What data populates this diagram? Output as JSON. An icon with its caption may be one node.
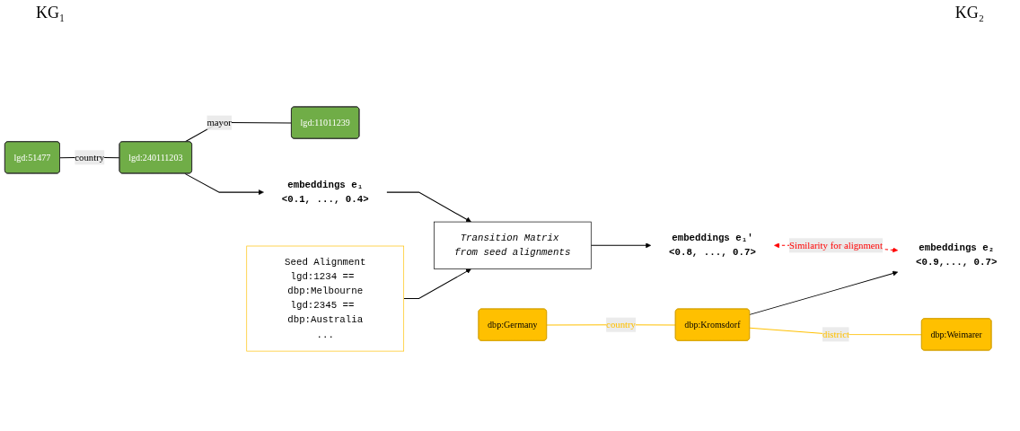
{
  "diagram": {
    "nodes": [
      {
        "text": [
          "lgd:51477"
        ]
      },
      {
        "text": [
          "lgd:240111203"
        ]
      },
      {
        "text": [
          "lgd:11011239"
        ]
      },
      {
        "text": [
          "embeddings e₁",
          "<0.1, ..., 0.4>"
        ]
      },
      {
        "text": [
          "Transition Matrix from seed alignments"
        ]
      },
      {
        "text": [
          "embeddings e₁′",
          "<0.8, ..., 0.7>"
        ]
      },
      {
        "text": [
          "Seed Alignment",
          "lgd:1234 == dbp:Melbourne",
          "lgd:2345 == dbp:Australia",
          "..."
        ]
      },
      {
        "text": [
          "embeddings e₂",
          "<0.9,..., 0.7>"
        ]
      },
      {
        "text": [
          "dbp:Germany"
        ]
      },
      {
        "text": [
          "dbp:Kromsdorf"
        ]
      },
      {
        "text": [
          "dbp:Weimarer"
        ]
      }
    ],
    "edges": [
      {
        "from": 0,
        "to": 1,
        "arrow": "none",
        "label": "country"
      },
      {
        "from": 1,
        "to": 2,
        "arrow": "none",
        "label": "mayor"
      },
      {
        "from": 1,
        "to": 3,
        "arrow": "to"
      },
      {
        "from": 3,
        "to": 4,
        "arrow": "to"
      },
      {
        "from": 4,
        "to": 5,
        "arrow": "to"
      },
      {
        "from": 6,
        "to": 4,
        "arrow": "to"
      },
      {
        "from": 5,
        "to": 7,
        "arrow": "both",
        "label": "Similarity for alignment",
        "style": "dashed",
        "color": "#ff0000"
      },
      {
        "from": 9,
        "to": 7,
        "arrow": "to"
      },
      {
        "from": 8,
        "to": 9,
        "arrow": "none",
        "label": "country",
        "color": "#ffc000"
      },
      {
        "from": 9,
        "to": 10,
        "arrow": "none",
        "label": "district",
        "color": "#ffc000"
      }
    ],
    "labels": [
      "KG₁",
      "KG₂"
    ]
  }
}
